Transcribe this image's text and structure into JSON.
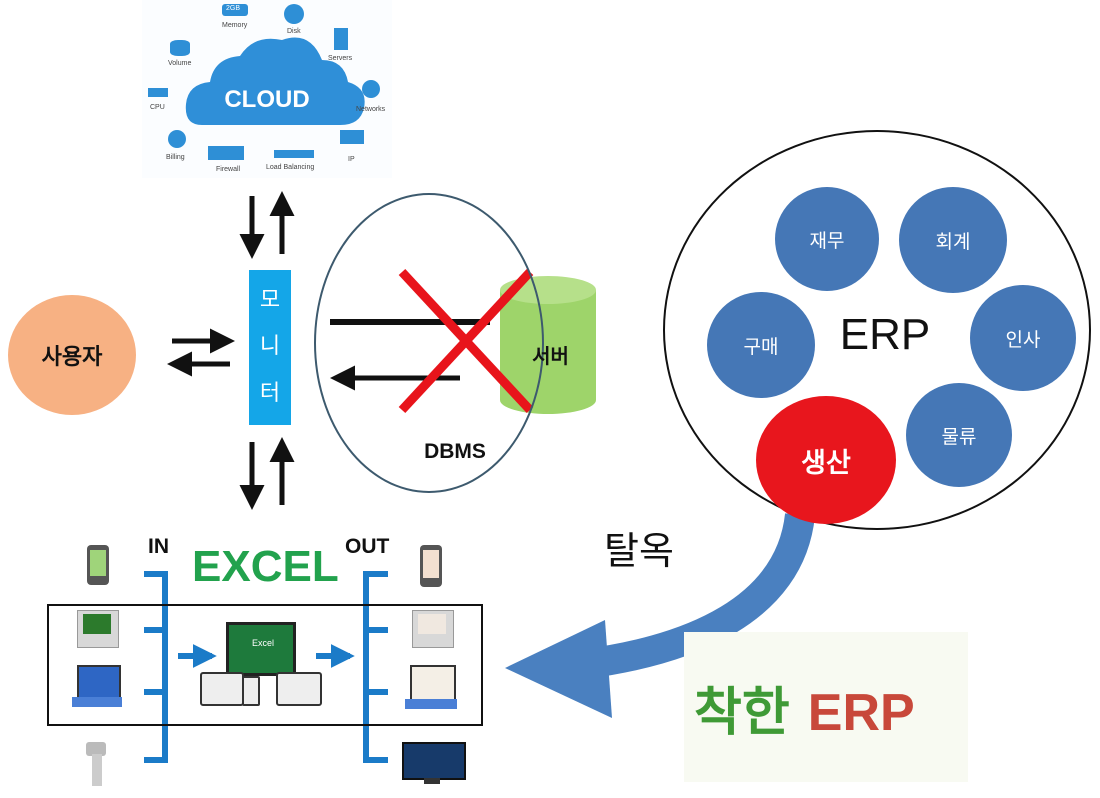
{
  "cloud": {
    "title": "CLOUD",
    "items": {
      "memory": "Memory",
      "memory_badge": "2GB",
      "disk": "Disk",
      "volume": "Volume",
      "servers": "Servers",
      "cpu": "CPU",
      "networks": "Networks",
      "billing": "Billing",
      "firewall": "Firewall",
      "load_balancing": "Load Balancing",
      "ip": "IP"
    }
  },
  "user": {
    "label": "사용자"
  },
  "monitor": {
    "chars": [
      "모",
      "니",
      "터"
    ]
  },
  "dbms": {
    "label": "DBMS",
    "server_label": "서버"
  },
  "erp": {
    "center": "ERP",
    "modules": {
      "finance": "재무",
      "accounting": "회계",
      "purchasing": "구매",
      "hr": "인사",
      "logistics": "물류",
      "production": "생산"
    }
  },
  "release_label": "탈옥",
  "brand": {
    "part1": "착한",
    "part2": "ERP"
  },
  "excel": {
    "in_label": "IN",
    "out_label": "OUT",
    "title": "EXCEL",
    "app_name": "Excel"
  },
  "colors": {
    "erp_module": "#4577b6",
    "production": "#e8161d",
    "monitor_bar": "#14a6e8",
    "user_circle": "#f7b183",
    "server_cylinder": "#9ed46a",
    "excel_green": "#22a24d",
    "bracket_blue": "#1b7bc8",
    "big_arrow": "#4a80c0",
    "cross": "#e8141b"
  }
}
